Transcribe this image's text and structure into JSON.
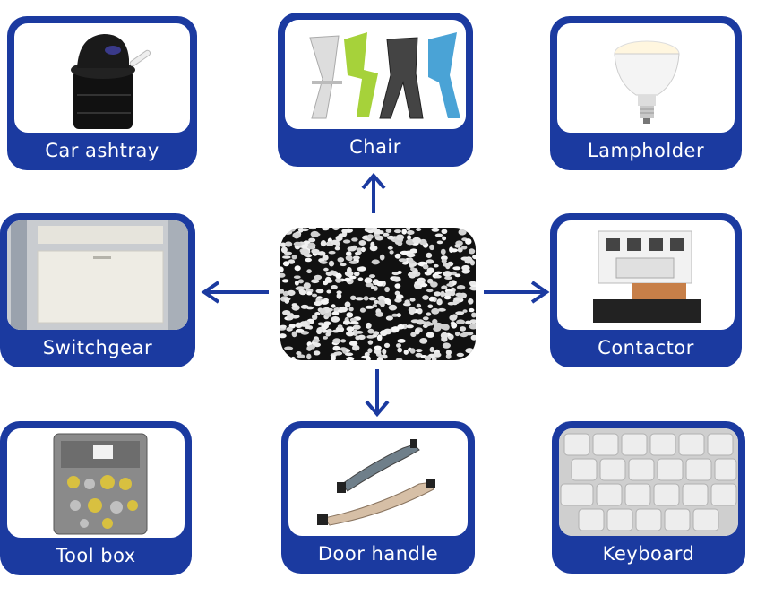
{
  "colors": {
    "card_blue": "#1b3aa0",
    "arrow_blue": "#1b3aa0",
    "label_text": "#ffffff"
  },
  "center": {
    "icon": "plastic-pellets-image"
  },
  "cards": {
    "car_ashtray": {
      "label": "Car ashtray",
      "icon": "car-ashtray-image"
    },
    "chair": {
      "label": "Chair",
      "icon": "chairs-image"
    },
    "lampholder": {
      "label": "Lampholder",
      "icon": "light-bulb-image"
    },
    "switchgear": {
      "label": "Switchgear",
      "icon": "switchgear-image"
    },
    "contactor": {
      "label": "Contactor",
      "icon": "contactor-image"
    },
    "tool_box": {
      "label": "Tool box",
      "icon": "tool-box-image"
    },
    "door_handle": {
      "label": "Door handle",
      "icon": "door-handle-image"
    },
    "keyboard": {
      "label": "Keyboard",
      "icon": "keyboard-image"
    }
  }
}
